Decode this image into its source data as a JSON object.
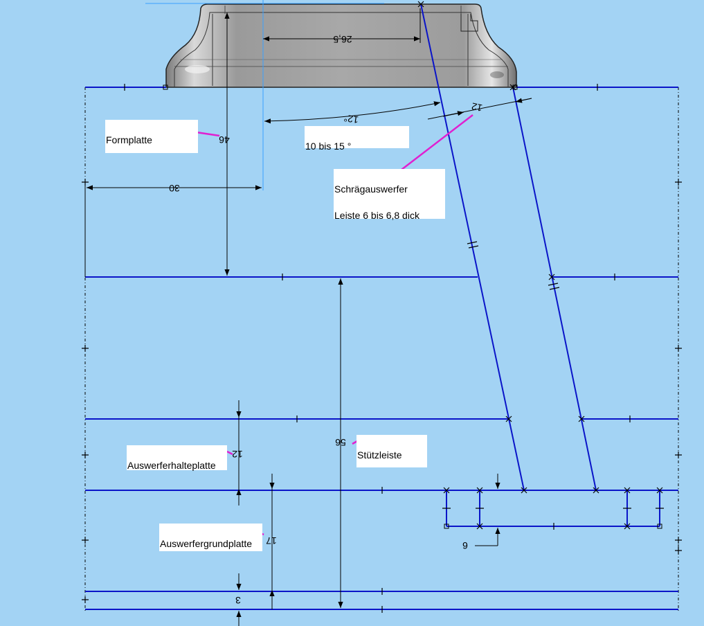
{
  "labels": {
    "formplatte": "Formplatte",
    "angle_note": "10 bis 15 °",
    "schraeg_line1": "Schrägauswerfer",
    "schraeg_line2": "Leiste 6 bis 6,8 dick",
    "stuetzleiste": "Stützleiste",
    "auswerferhalteplatte": "Auswerferhalteplatte",
    "auswerfergrundplatte": "Auswerfergrundplatte"
  },
  "dimensions": {
    "d_26_5": "26,5",
    "d_46": "46",
    "d_30": "30",
    "d_12_angle": "12°",
    "d_12_width": "12",
    "d_56": "56",
    "d_12_plate": "12",
    "d_17": "17",
    "d_3": "3",
    "d_6": "6"
  },
  "colors": {
    "background": "#a3d3f4",
    "geometry": "#0a14c8",
    "dimension": "#000000",
    "leader": "#e020d0",
    "construction": "#3aa0ff",
    "part": "#8e8e8e"
  }
}
